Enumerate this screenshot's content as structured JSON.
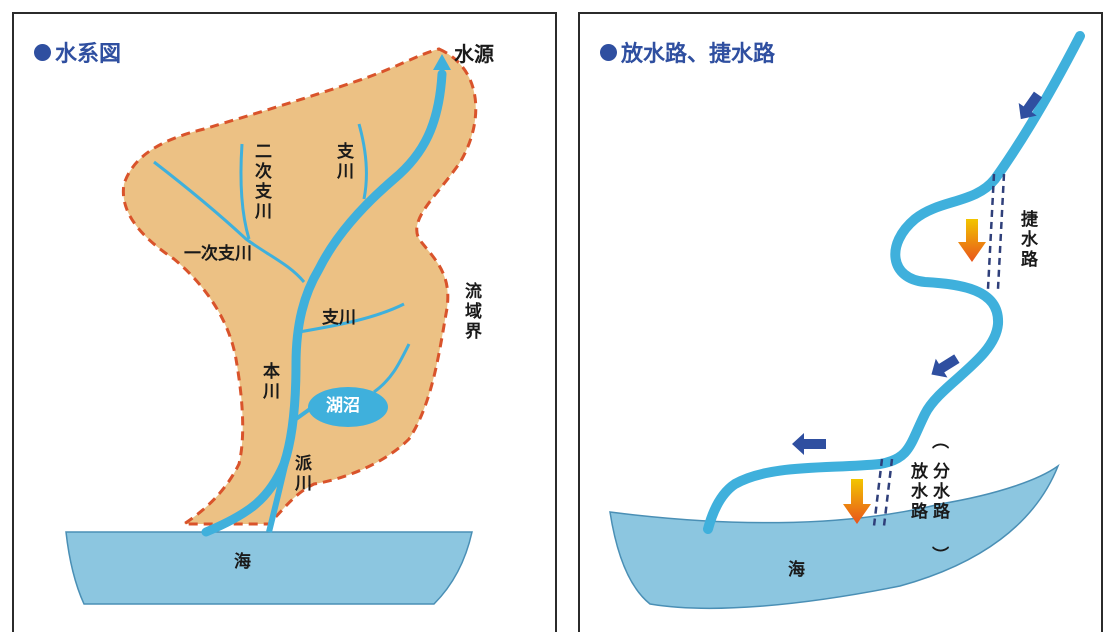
{
  "left_panel": {
    "title": "水系図",
    "labels": {
      "source": "水源",
      "tributary_top": "支川",
      "secondary_tributary": "二次支川",
      "primary_tributary": "一次支川",
      "basin_boundary": "流域界",
      "tributary_mid": "支川",
      "main_river": "本川",
      "lake": "湖沼",
      "distributary": "派川",
      "sea": "海"
    }
  },
  "right_panel": {
    "title": "放水路、捷水路",
    "labels": {
      "cutoff_channel": "捷水路",
      "floodway_open": "（",
      "floodway": "放水路",
      "floodway_alt": "分水路",
      "floodway_close": "）",
      "sea": "海"
    }
  },
  "colors": {
    "title": "#2f4fa0",
    "river": "#3fb0dc",
    "sea": "#8cc6e0",
    "basin": "#ecc184",
    "boundary": "#d9532b",
    "flow_arrow": "#2f4fa0",
    "diversion_arrow_top": "#f2c500",
    "diversion_arrow_bottom": "#e8541c"
  },
  "icons": [
    "circle-bullet-icon",
    "triangle-source-icon",
    "flow-arrow-icon",
    "diversion-arrow-icon"
  ]
}
